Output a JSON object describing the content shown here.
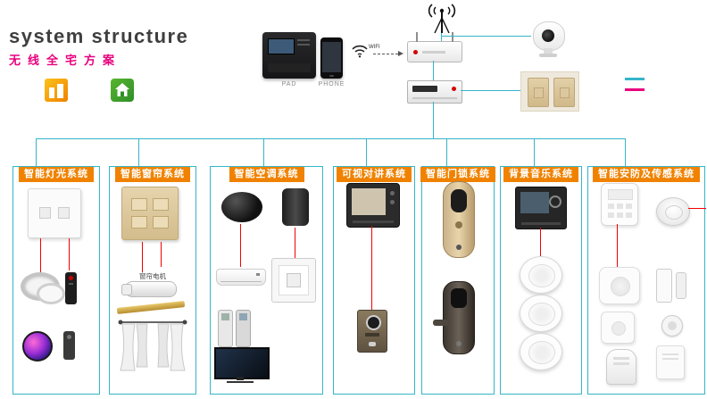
{
  "header": {
    "title": "system structure",
    "subtitle": "无线全宅方案"
  },
  "top": {
    "pad_label": "PAD",
    "phone_label": "PHONE",
    "wifi_label": "WIFI"
  },
  "columns": [
    {
      "label": "智能灯光系统"
    },
    {
      "label": "智能窗帘系统",
      "motor_label": "窗帘电机"
    },
    {
      "label": "智能空调系统"
    },
    {
      "label": "可视对讲系统"
    },
    {
      "label": "智能门锁系统"
    },
    {
      "label": "背景音乐系统"
    },
    {
      "label": "智能安防及传感系统"
    }
  ],
  "colors": {
    "accent_orange": "#f08200",
    "line_cyan": "#35b5c9",
    "line_red": "#f50000",
    "subtitle_magenta": "#e8007d",
    "title_gray": "#3f3f3f"
  }
}
